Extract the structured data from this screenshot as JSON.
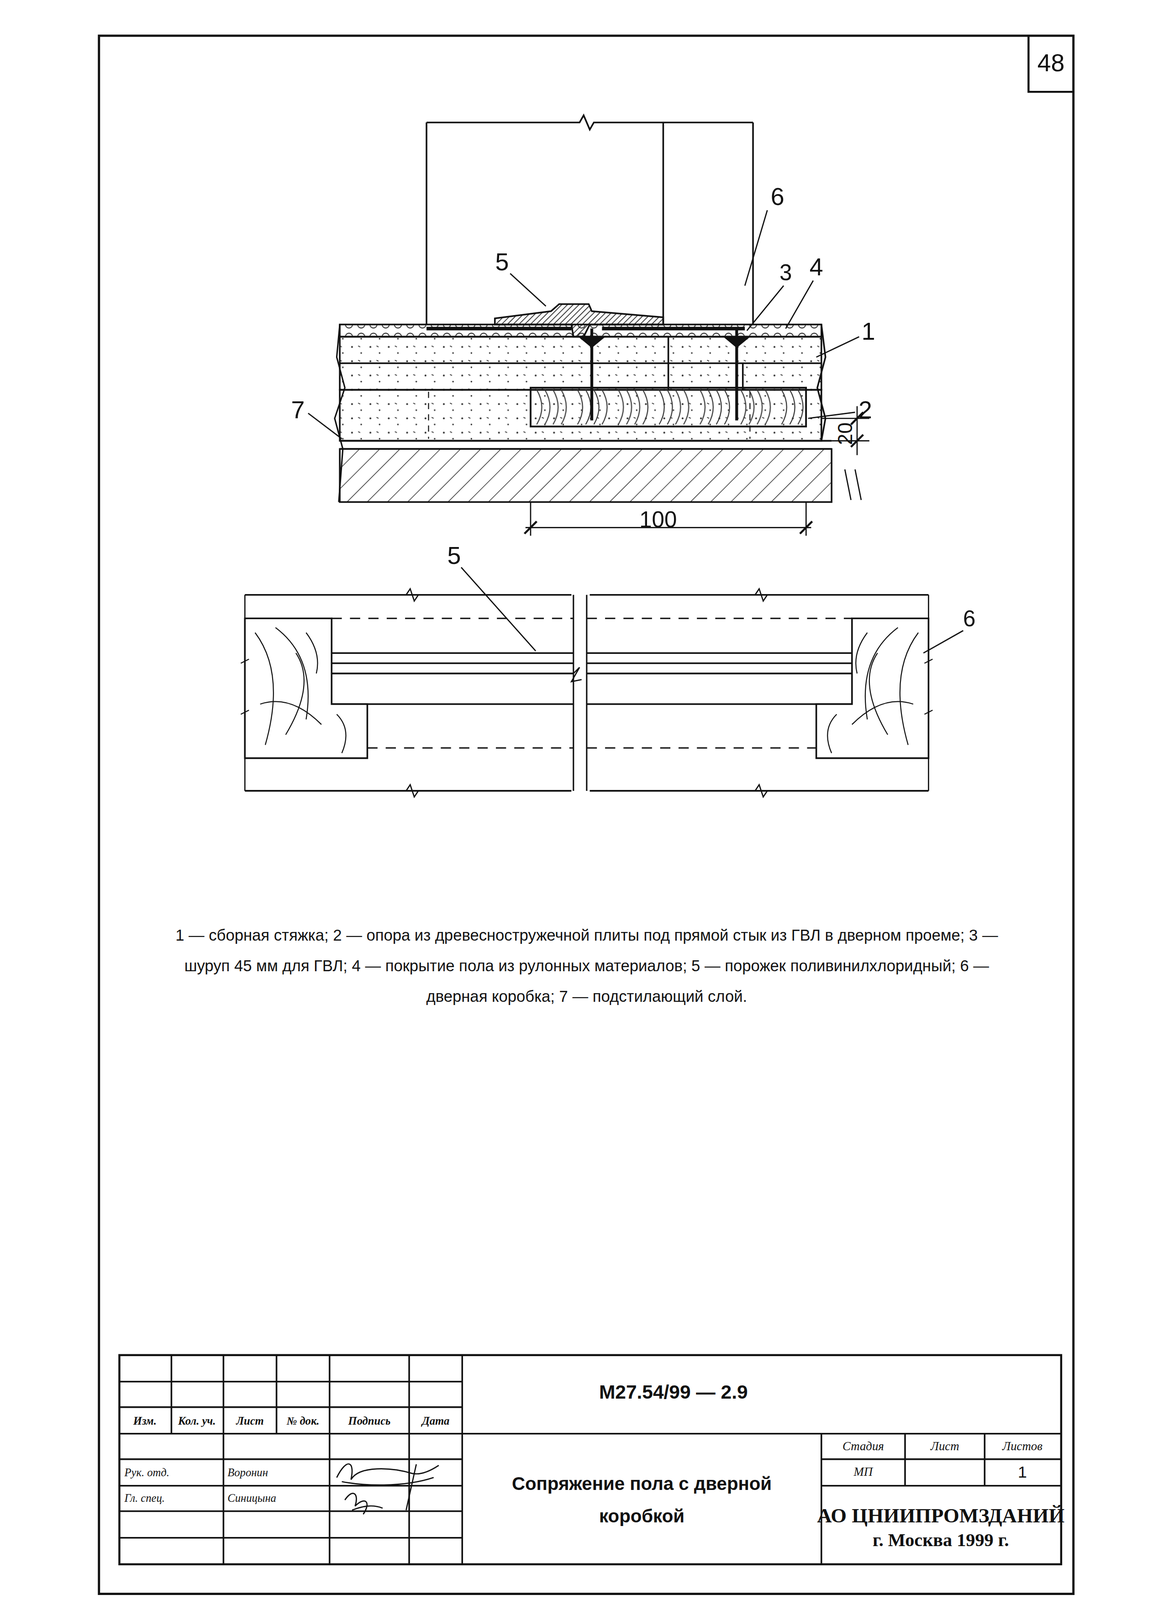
{
  "diagram": {
    "title": "Сопряжение пола с дверной коробкой",
    "caption": "1 — сборная стяжка; 2 — опора из древесностружечной плиты под прямой стык из ГВЛ в дверном проеме; 3 — шуруп 45 мм для ГВЛ; 4 — покрытие пола из рулонных материалов; 5 — порожек поливинилхлоридный; 6 — дверная коробка; 7 — подстилающий слой.",
    "labels": [
      "48",
      "6",
      "5",
      "3",
      "4",
      "1",
      "7",
      "2",
      "20",
      "100",
      "5",
      "6",
      "Изм.",
      "Кол. уч.",
      "Лист",
      "№ док.",
      "Подпись",
      "Дата",
      "Рук. отд.",
      "Воронин",
      "Гл. спец.",
      "Синицына",
      "М27.54/99 — 2.9",
      "Стадия",
      "Лист",
      "Листов",
      "МП",
      "1",
      "АО ЦНИИПРОМЗДАНИЙ",
      "г. Москва 1999 г."
    ]
  }
}
